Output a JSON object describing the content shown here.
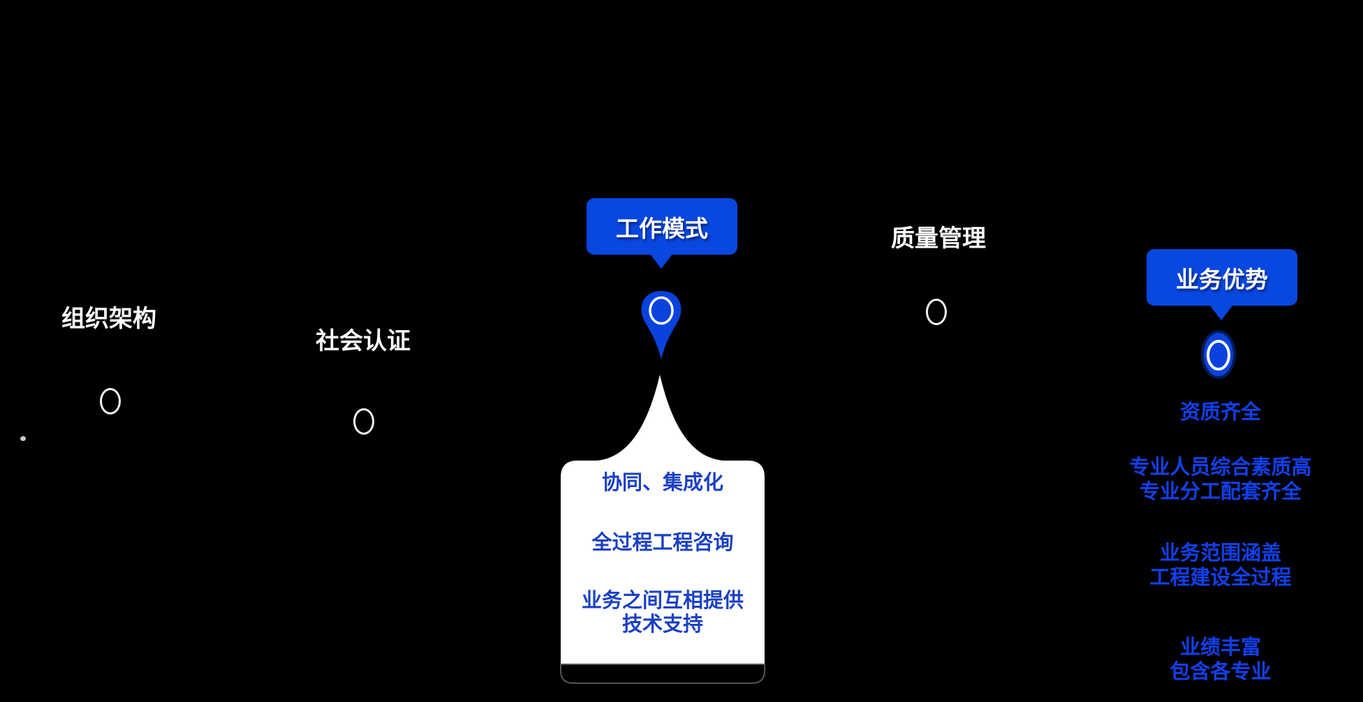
{
  "canvas": {
    "background": "#000000"
  },
  "colors": {
    "callout_blue": "#0847e0",
    "pin_blue": "#0a42dd",
    "bubble_background": "#ffffff",
    "bubble_footer": "#000000",
    "bubble_footer_border": "#555555",
    "bubble_text_blue": "#1b40c4",
    "advantage_text_blue": "#1240ee",
    "node_label_white": "#ffffff",
    "marker_ring_white": "#f5f5f5"
  },
  "nodes": {
    "zuzhi": {
      "label": "组织架构"
    },
    "shehui": {
      "label": "社会认证"
    },
    "gongzuo": {
      "label": "工作模式"
    },
    "zhiliang": {
      "label": "质量管理"
    },
    "yewu": {
      "label": "业务优势"
    }
  },
  "bubble": {
    "line1": "协同、集成化",
    "line2": "全过程工程咨询",
    "line3a": "业务之间互相提供",
    "line3b": "技术支持"
  },
  "advantages": [
    {
      "line1": "资质齐全",
      "line2": ""
    },
    {
      "line1": "专业人员综合素质高",
      "line2": "专业分工配套齐全"
    },
    {
      "line1": "业务范围涵盖",
      "line2": "工程建设全过程"
    },
    {
      "line1": "业绩丰富",
      "line2": "包含各专业"
    }
  ]
}
